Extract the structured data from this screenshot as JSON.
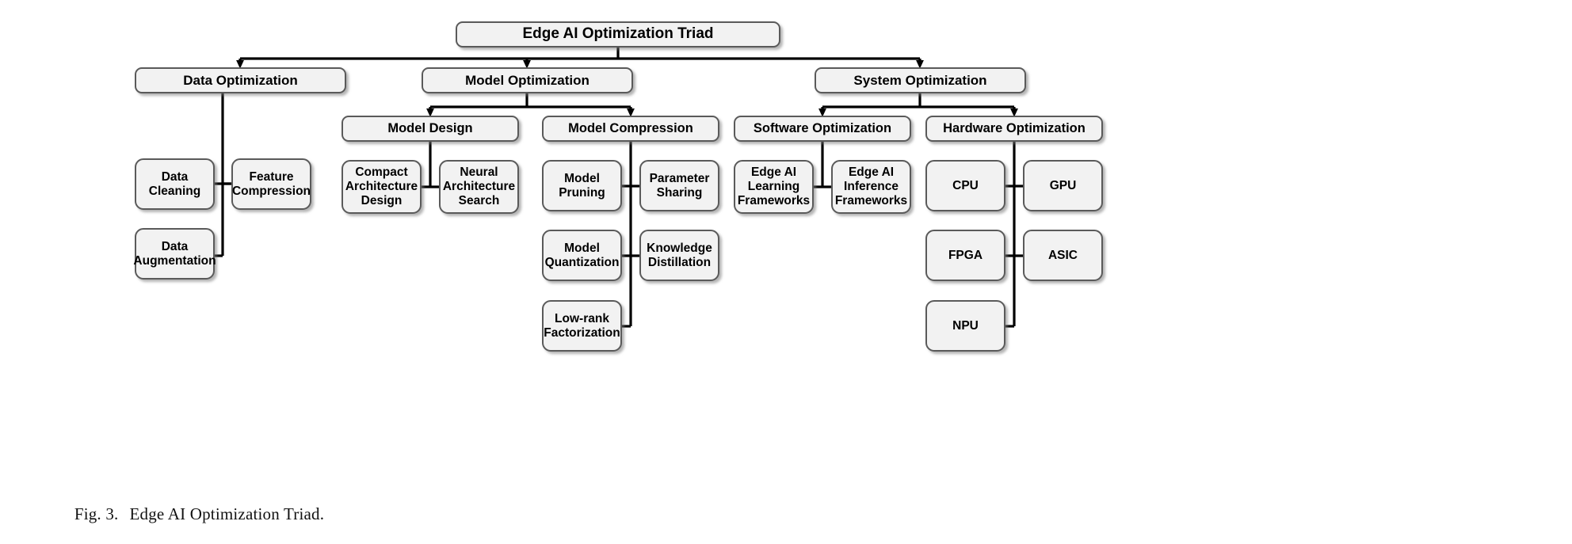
{
  "figure": {
    "label": "Fig. 3.",
    "caption": "Edge AI Optimization Triad.",
    "full_caption": "Fig. 3.  Edge AI Optimization Triad."
  },
  "diagram": {
    "type": "tree",
    "orientation": "top-down",
    "style": {
      "node_fill": "#f2f2f2",
      "node_border": "#5a5a5a",
      "connector": "#000000",
      "text": "#000000",
      "background": "#ffffff"
    },
    "root": {
      "id": "edge-ai-optimization-triad",
      "label": "Edge AI Optimization Triad"
    },
    "level1": [
      {
        "id": "data-optimization",
        "label": "Data Optimization"
      },
      {
        "id": "model-optimization",
        "label": "Model Optimization"
      },
      {
        "id": "system-optimization",
        "label": "System Optimization"
      }
    ],
    "level2": [
      {
        "id": "model-design",
        "label": "Model Design",
        "parent": "model-optimization"
      },
      {
        "id": "model-compression",
        "label": "Model Compression",
        "parent": "model-optimization"
      },
      {
        "id": "software-optimization",
        "label": "Software Optimization",
        "parent": "system-optimization"
      },
      {
        "id": "hardware-optimization",
        "label": "Hardware Optimization",
        "parent": "system-optimization"
      }
    ],
    "leaves": {
      "data-optimization": [
        {
          "id": "data-cleaning",
          "label": "Data Cleaning",
          "side": "left"
        },
        {
          "id": "feature-compression",
          "label": "Feature\nCompression",
          "side": "right"
        },
        {
          "id": "data-augmentation",
          "label": "Data\nAugmentation",
          "side": "left"
        }
      ],
      "model-design": [
        {
          "id": "compact-architecture-design",
          "label": "Compact\nArchitecture\nDesign",
          "side": "left"
        },
        {
          "id": "neural-architecture-search",
          "label": "Neural\nArchitecture\nSearch",
          "side": "right"
        }
      ],
      "model-compression": [
        {
          "id": "model-pruning",
          "label": "Model\nPruning",
          "side": "left"
        },
        {
          "id": "parameter-sharing",
          "label": "Parameter\nSharing",
          "side": "right"
        },
        {
          "id": "model-quantization",
          "label": "Model\nQuantization",
          "side": "left"
        },
        {
          "id": "knowledge-distillation",
          "label": "Knowledge\nDistillation",
          "side": "right"
        },
        {
          "id": "low-rank-factorization",
          "label": "Low-rank\nFactorization",
          "side": "left"
        }
      ],
      "software-optimization": [
        {
          "id": "edge-ai-learning-frameworks",
          "label": "Edge AI\nLearning\nFrameworks",
          "side": "left"
        },
        {
          "id": "edge-ai-inference-frameworks",
          "label": "Edge AI\nInference\nFrameworks",
          "side": "right"
        }
      ],
      "hardware-optimization": [
        {
          "id": "cpu",
          "label": "CPU",
          "side": "left"
        },
        {
          "id": "gpu",
          "label": "GPU",
          "side": "right"
        },
        {
          "id": "fpga",
          "label": "FPGA",
          "side": "left"
        },
        {
          "id": "asic",
          "label": "ASIC",
          "side": "right"
        },
        {
          "id": "npu",
          "label": "NPU",
          "side": "left"
        }
      ]
    }
  }
}
